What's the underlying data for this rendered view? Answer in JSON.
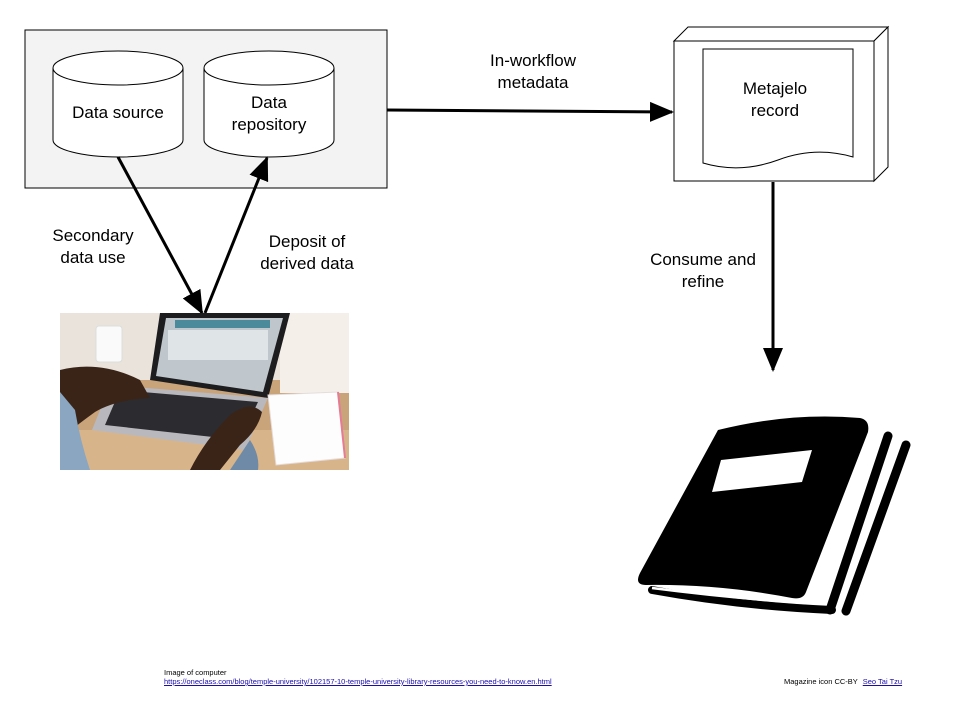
{
  "diagram": {
    "nodes": {
      "data_source": "Data source",
      "data_repository": "Data repository",
      "metajelo_record": "Metajelo record"
    },
    "edges": {
      "in_workflow": "In-workflow metadata",
      "secondary_use": "Secondary data use",
      "deposit": "Deposit of derived data",
      "consume": "Consume and refine"
    }
  },
  "credits": {
    "computer_title": "Image of computer",
    "computer_url": "https://oneclass.com/blog/temple-university/102157-10-temple-university-library-resources-you-need-to-know.en.html",
    "magazine_prefix": "Magazine icon CC-BY",
    "magazine_author": "Seo Tai Tzu"
  },
  "icons": {
    "laptop": "laptop-photo-icon",
    "magazine": "magazine-icon"
  },
  "colors": {
    "container_fill": "#f3f3f3",
    "stroke": "#000000"
  }
}
